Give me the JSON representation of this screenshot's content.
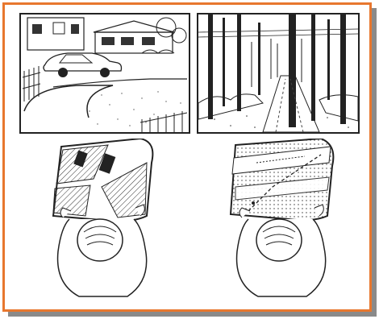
{
  "figure": {
    "frame_color": "#e8772e",
    "shadow_color": "#8a8a8a",
    "panels": [
      {
        "id": "scene-suburban-street",
        "icon": "street-house-car-scene"
      },
      {
        "id": "scene-forest-road",
        "icon": "forest-road-scene"
      },
      {
        "id": "map-suburban",
        "icon": "person-holding-street-map"
      },
      {
        "id": "map-forest",
        "icon": "person-holding-topographic-map"
      }
    ]
  }
}
